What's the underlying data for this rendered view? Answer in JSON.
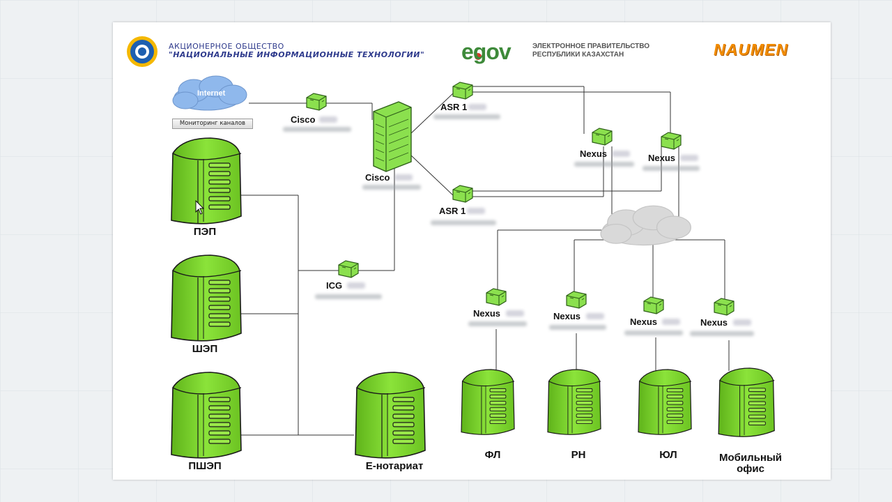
{
  "header": {
    "org_line1": "АКЦИОНЕРНОЕ ОБЩЕСТВО",
    "org_line2": "\"НАЦИОНАЛЬНЫЕ ИНФОРМАЦИОННЫЕ ТЕХНОЛОГИИ\"",
    "egov_logo": "egov",
    "egov_line1": "ЭЛЕКТРОННОЕ ПРАВИТЕЛЬСТВО",
    "egov_line2": "РЕСПУБЛИКИ КАЗАХСТАН",
    "naumen_logo": "NAUMEN"
  },
  "cloud_internet": "Internet",
  "monitor_button": "Мониторинг каналов",
  "devices": {
    "cisco_router": "Cisco",
    "cisco_core": "Cisco",
    "asr_top": "ASR 1",
    "asr_bottom": "ASR 1",
    "nexus_a": "Nexus",
    "nexus_b": "Nexus",
    "icg": "ICG",
    "nexus_fl": "Nexus",
    "nexus_rn": "Nexus",
    "nexus_ul": "Nexus",
    "nexus_mob": "Nexus"
  },
  "servers": {
    "pep": "ПЭП",
    "shep": "ШЭП",
    "pshep": "ПШЭП",
    "enotariat": "Е-нотариат",
    "fl": "ФЛ",
    "rn": "РН",
    "ul": "ЮЛ",
    "mobile_line1": "Мобильный",
    "mobile_line2": "офис"
  },
  "colors": {
    "server_green": "#7ed321",
    "device_green": "#8be04e",
    "cloud_blue": "#8fb8ec",
    "cloud_gray": "#d9d9d9",
    "accent_orange": "#f28c00"
  }
}
